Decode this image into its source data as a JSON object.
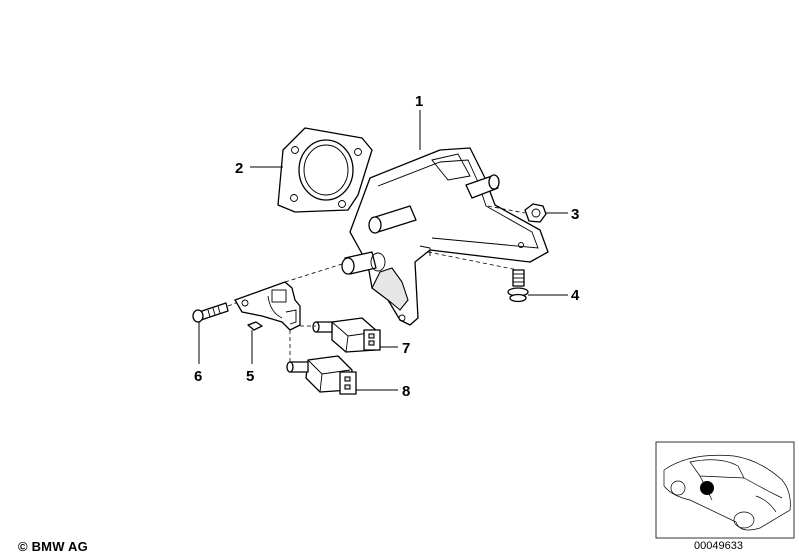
{
  "callouts": {
    "part_1": "1",
    "part_2": "2",
    "part_3": "3",
    "part_4": "4",
    "part_5": "5",
    "part_6": "6",
    "part_7": "7",
    "part_8": "8"
  },
  "footer": {
    "copyright": "© BMW AG",
    "drawing_number": "00049633"
  },
  "colors": {
    "line": "#000000",
    "background": "#ffffff",
    "locator_marker": "#000000"
  }
}
